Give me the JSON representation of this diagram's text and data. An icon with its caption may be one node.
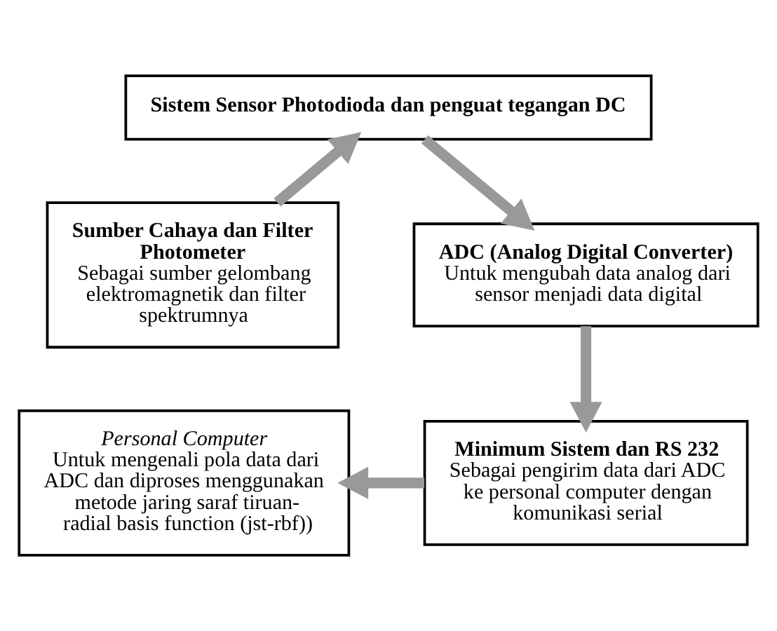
{
  "diagram": {
    "nodes": [
      {
        "text": [
          "Sistem Sensor Photodioda dan penguat tegangan DC"
        ]
      },
      {
        "text": [
          "Sumber Cahaya dan Filter Photometer",
          "Sebagai sumber gelombang elektromagnetik dan filter spektrumnya"
        ]
      },
      {
        "text": [
          "ADC (Analog Digital Converter)",
          "Untuk mengubah data analog dari sensor menjadi data digital"
        ]
      },
      {
        "text": [
          "Minimum Sistem dan RS 232",
          "Sebagai pengirim data dari ADC ke personal computer dengan komunikasi serial"
        ]
      },
      {
        "text": [
          "Personal Computer",
          "Untuk mengenali pola data dari ADC dan diproses menggunakan metode jaring saraf tiruan-radial basis function (jst-rbf))"
        ]
      }
    ],
    "edges": [
      {
        "from": 1,
        "to": 0,
        "arrow": "to"
      },
      {
        "from": 0,
        "to": 2,
        "arrow": "to"
      },
      {
        "from": 2,
        "to": 3,
        "arrow": "to"
      },
      {
        "from": 3,
        "to": 4,
        "arrow": "to"
      }
    ]
  }
}
